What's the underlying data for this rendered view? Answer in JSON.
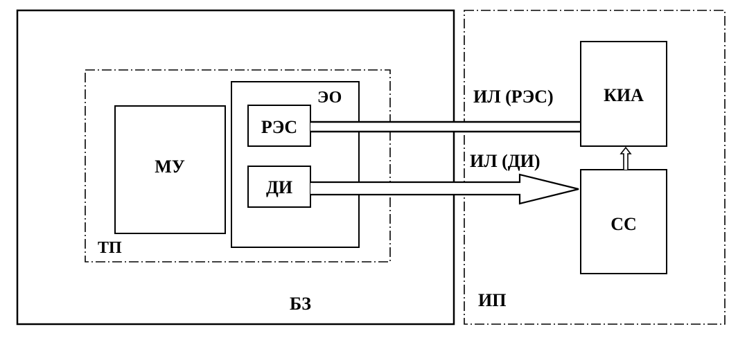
{
  "diagram": {
    "regions": {
      "bz": {
        "label": "БЗ",
        "border": "solid"
      },
      "ip": {
        "label": "ИП",
        "border": "dash-dot"
      },
      "tp": {
        "label": "ТП",
        "border": "dash-dot"
      },
      "eo": {
        "label": "ЭО",
        "border": "solid"
      }
    },
    "blocks": {
      "mu": {
        "label": "МУ"
      },
      "res": {
        "label": "РЭС"
      },
      "di": {
        "label": "ДИ"
      },
      "kia": {
        "label": "КИА"
      },
      "ss": {
        "label": "СС"
      }
    },
    "links": {
      "il_res": {
        "label": "ИЛ (РЭС)",
        "from": "РЭС",
        "to": "КИА",
        "style": "double-line"
      },
      "il_di": {
        "label": "ИЛ (ДИ)",
        "from": "ДИ",
        "to": "СС",
        "style": "hollow-arrow"
      },
      "ss_to_kia": {
        "from": "СС",
        "to": "КИА",
        "style": "small-hollow-arrow"
      }
    },
    "colors": {
      "stroke": "#000000",
      "background": "#ffffff"
    }
  }
}
